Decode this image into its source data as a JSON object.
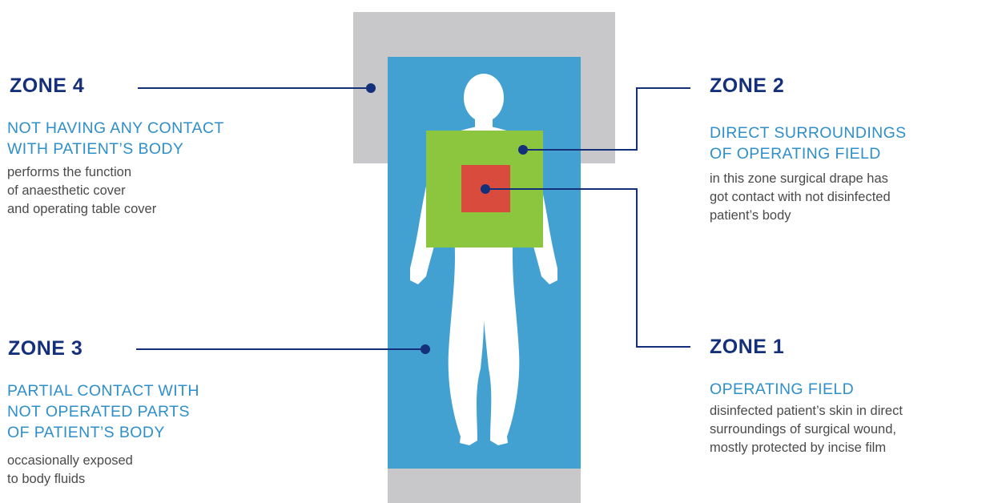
{
  "colors": {
    "table_grey": "#c8c8ca",
    "drape_blue": "#43a1d1",
    "zone2_green": "#8cc63f",
    "zone1_red": "#d94b3d",
    "connector_navy": "#14307a",
    "heading_blue": "#2f8fc9",
    "body_white": "#ffffff"
  },
  "zones": {
    "zone4": {
      "title": "ZONE 4",
      "heading": [
        "NOT HAVING ANY CONTACT",
        "WITH PATIENT’S BODY"
      ],
      "description": [
        "performs the function",
        "of anaesthetic cover",
        "and operating table cover"
      ]
    },
    "zone3": {
      "title": "ZONE 3",
      "heading": [
        "PARTIAL CONTACT WITH",
        "NOT OPERATED PARTS",
        "OF PATIENT’S BODY"
      ],
      "description": [
        "occasionally exposed",
        "to body fluids"
      ]
    },
    "zone2": {
      "title": "ZONE 2",
      "heading": [
        "DIRECT SURROUNDINGS",
        "OF OPERATING FIELD"
      ],
      "description": [
        "in this zone surgical drape has",
        "got contact with not disinfected",
        "patient’s body"
      ]
    },
    "zone1": {
      "title": "ZONE 1",
      "heading": [
        "OPERATING FIELD"
      ],
      "description": [
        "disinfected patient’s skin in direct",
        "surroundings of surgical wound,",
        "mostly protected by incise film"
      ]
    }
  }
}
